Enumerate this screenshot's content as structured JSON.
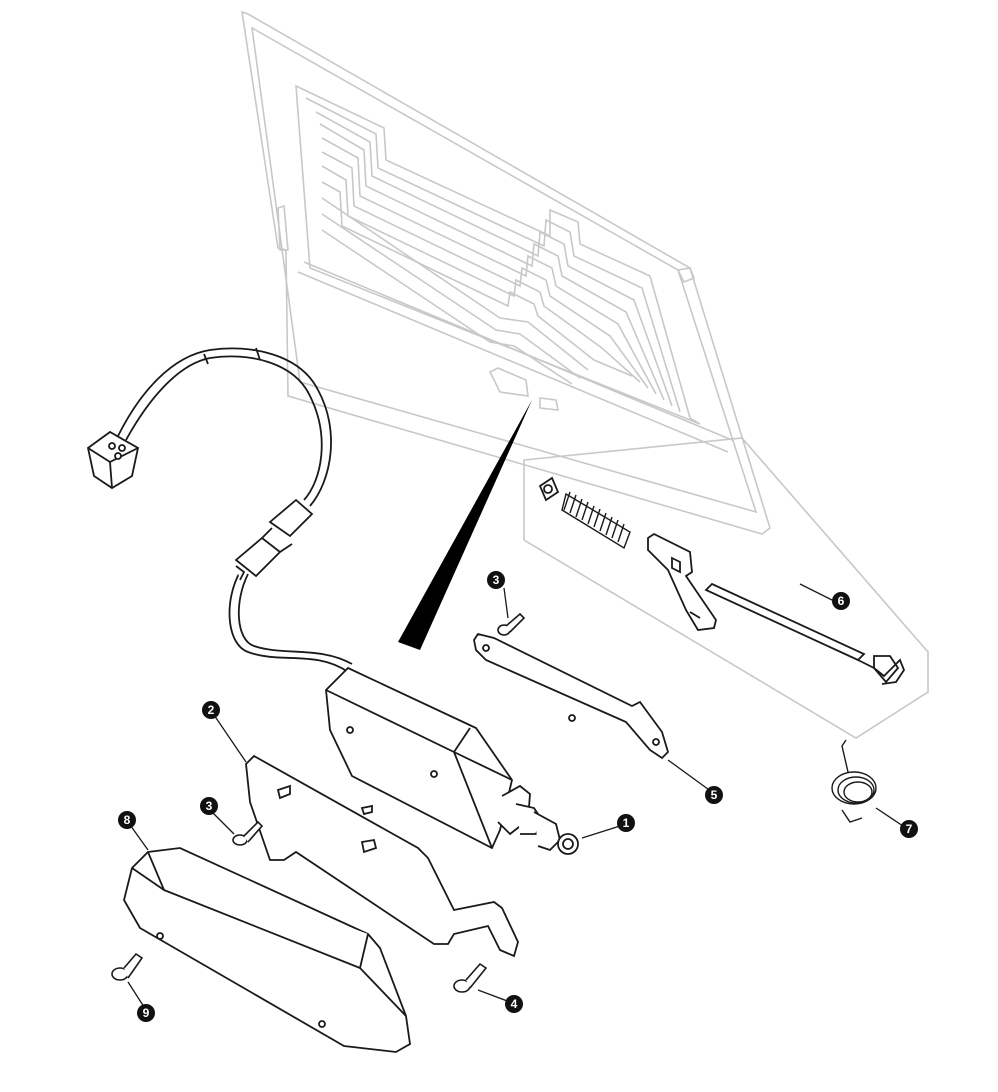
{
  "diagram": {
    "type": "exploded-parts-view",
    "colors": {
      "line": "#1a1a1a",
      "ghost_line": "#c8c8c8",
      "callout_fill": "#111111",
      "callout_text": "#ffffff",
      "pointer_fill": "#000000",
      "background": "#ffffff"
    },
    "callouts": [
      {
        "id": "c1",
        "label": "1"
      },
      {
        "id": "c2",
        "label": "2"
      },
      {
        "id": "c3a",
        "label": "3"
      },
      {
        "id": "c3b",
        "label": "3"
      },
      {
        "id": "c4",
        "label": "4"
      },
      {
        "id": "c5",
        "label": "5"
      },
      {
        "id": "c6",
        "label": "6"
      },
      {
        "id": "c7",
        "label": "7"
      },
      {
        "id": "c8",
        "label": "8"
      },
      {
        "id": "c9",
        "label": "9"
      }
    ]
  }
}
